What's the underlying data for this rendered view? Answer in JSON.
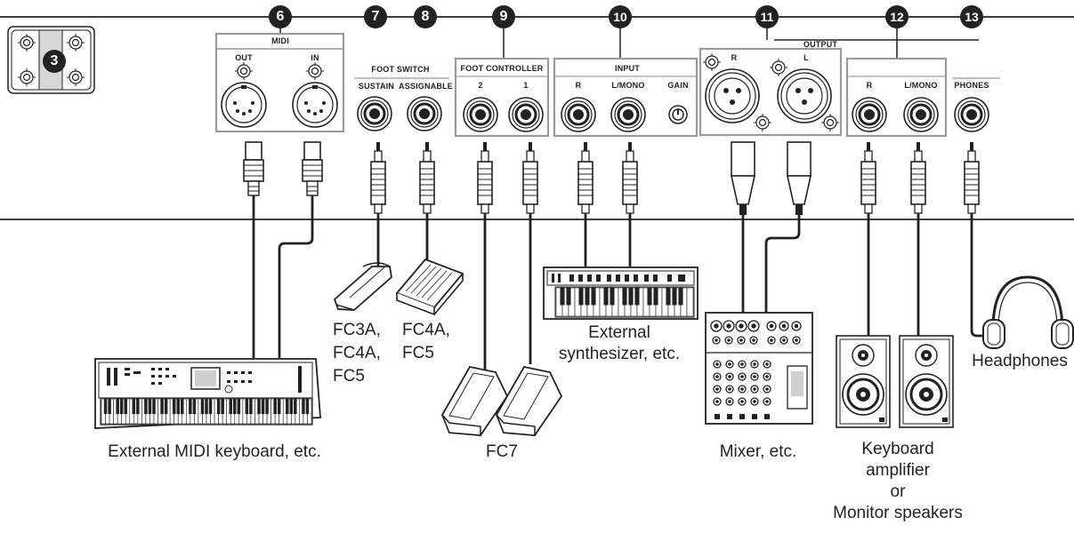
{
  "callouts": {
    "n3": "3",
    "n6": "6",
    "n7": "7",
    "n8": "8",
    "n9": "9",
    "n10": "10",
    "n11": "11",
    "n12": "12",
    "n13": "13"
  },
  "panel": {
    "midi": "MIDI",
    "midi_out": "OUT",
    "midi_in": "IN",
    "foot_switch": "FOOT SWITCH",
    "sustain": "SUSTAIN",
    "assignable": "ASSIGNABLE",
    "foot_controller": "FOOT CONTROLLER",
    "fc_2": "2",
    "fc_1": "1",
    "input": "INPUT",
    "input_r": "R",
    "input_lmono": "L/MONO",
    "gain": "GAIN",
    "output": "OUTPUT",
    "output_xlr_r": "R",
    "output_xlr_l": "L",
    "output_r": "R",
    "output_lmono": "L/MONO",
    "phones": "PHONES"
  },
  "devices": {
    "midi_keyboard": "External MIDI keyboard, etc.",
    "fc3a_line1": "FC3A,",
    "fc3a_line2": "FC4A,",
    "fc3a_line3": "FC5",
    "fc4a_line1": "FC4A,",
    "fc4a_line2": "FC5",
    "fc7": "FC7",
    "synth_line1": "External",
    "synth_line2": "synthesizer, etc.",
    "mixer": "Mixer, etc.",
    "amp_line1": "Keyboard",
    "amp_line2": "amplifier",
    "amp_line3": "or",
    "amp_line4": "Monitor speakers",
    "headphones": "Headphones"
  },
  "colors": {
    "line": "#222222",
    "box": "#9a9a9a",
    "fill": "#ffffff",
    "gray": "#cfcfcf"
  }
}
